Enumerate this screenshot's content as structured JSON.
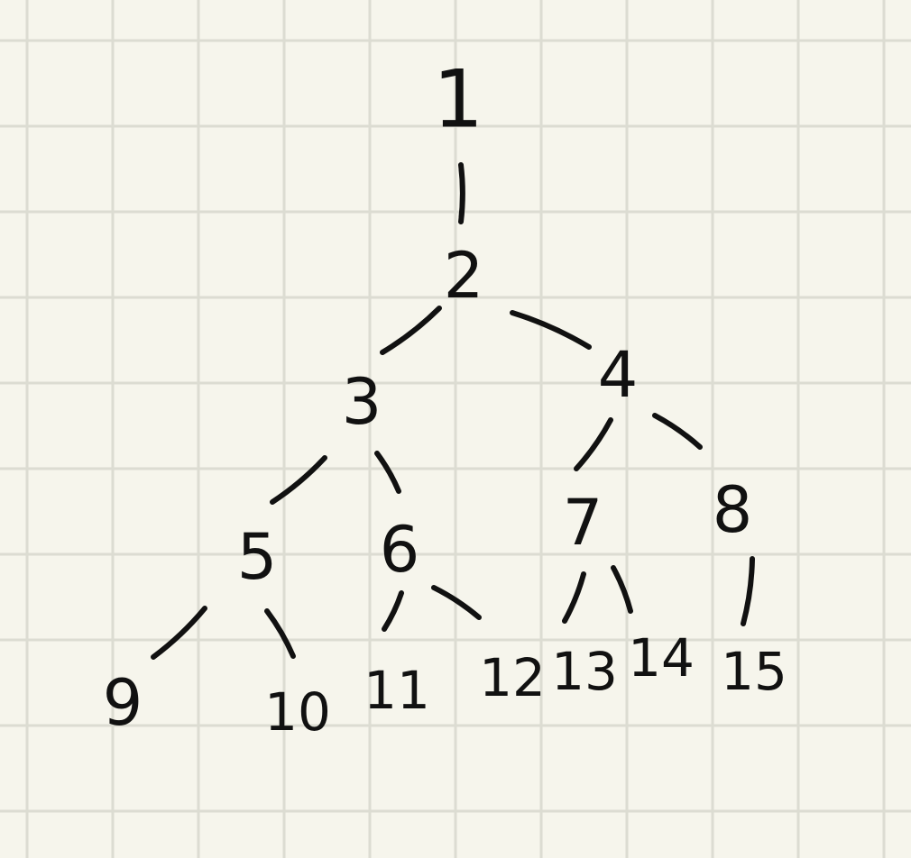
{
  "colors": {
    "paper": "#f6f5ec",
    "grid": "#dcdcd2",
    "ink": "#111111"
  },
  "tree": {
    "nodes": [
      {
        "id": "1",
        "label": "1"
      },
      {
        "id": "2",
        "label": "2"
      },
      {
        "id": "3",
        "label": "3"
      },
      {
        "id": "4",
        "label": "4"
      },
      {
        "id": "5",
        "label": "5"
      },
      {
        "id": "6",
        "label": "6"
      },
      {
        "id": "7",
        "label": "7"
      },
      {
        "id": "8",
        "label": "8"
      },
      {
        "id": "9",
        "label": "9"
      },
      {
        "id": "10",
        "label": "10"
      },
      {
        "id": "11",
        "label": "11"
      },
      {
        "id": "12",
        "label": "12"
      },
      {
        "id": "13",
        "label": "13"
      },
      {
        "id": "14",
        "label": "14"
      },
      {
        "id": "15",
        "label": "15"
      }
    ],
    "edges": [
      [
        "1",
        "2"
      ],
      [
        "2",
        "3"
      ],
      [
        "2",
        "4"
      ],
      [
        "3",
        "5"
      ],
      [
        "3",
        "6"
      ],
      [
        "4",
        "7"
      ],
      [
        "4",
        "8"
      ],
      [
        "5",
        "9"
      ],
      [
        "5",
        "10"
      ],
      [
        "6",
        "11"
      ],
      [
        "6",
        "12"
      ],
      [
        "7",
        "13"
      ],
      [
        "7",
        "14"
      ],
      [
        "8",
        "15"
      ]
    ]
  }
}
